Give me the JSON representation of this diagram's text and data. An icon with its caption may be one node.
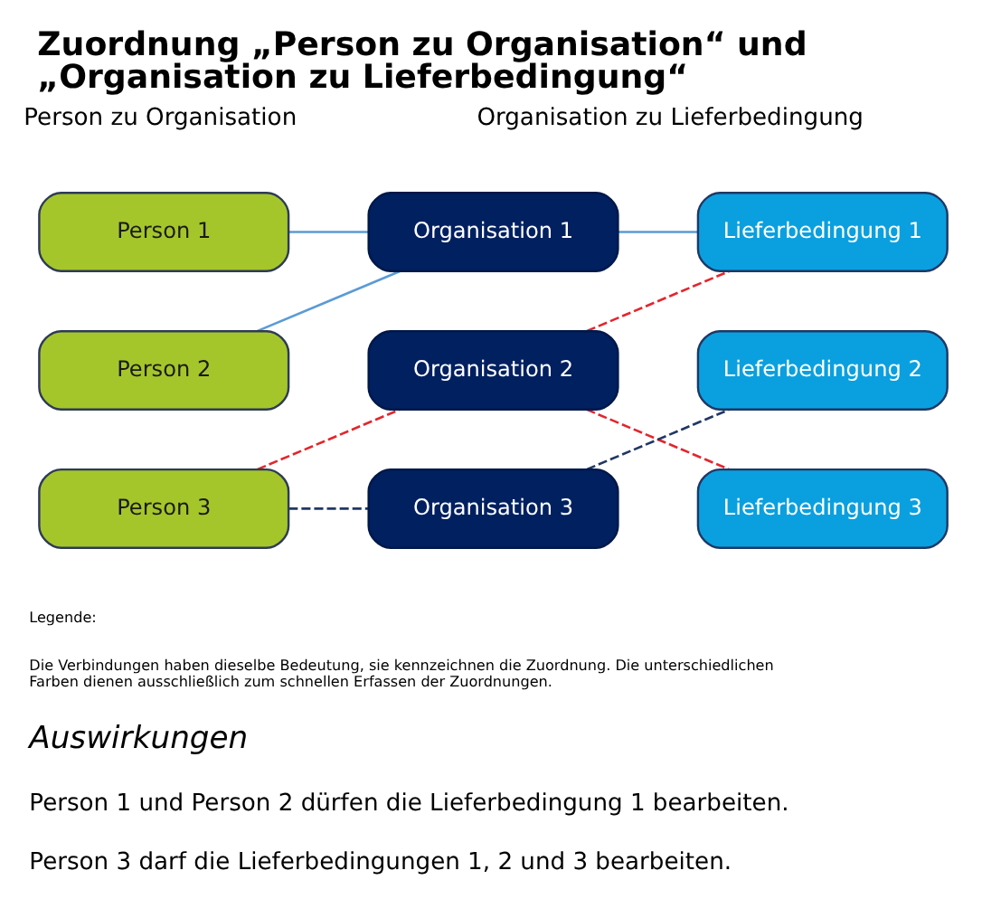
{
  "diagram": {
    "title": "Zuordnung „Person zu Organisation“ und „Organisation zu Lieferbedingung“",
    "nodes": [
      {
        "text": [
          "Person 1"
        ]
      },
      {
        "text": [
          "Organisation 1"
        ]
      },
      {
        "text": [
          "Lieferbedingung 1"
        ]
      },
      {
        "text": [
          "Person 2"
        ]
      },
      {
        "text": [
          "Organisation 2"
        ]
      },
      {
        "text": [
          "Lieferbedingung 2"
        ]
      },
      {
        "text": [
          "Person 3"
        ]
      },
      {
        "text": [
          "Organisation 3"
        ]
      },
      {
        "text": [
          "Lieferbedingung 3"
        ]
      }
    ],
    "edges": [
      {
        "from": 0,
        "to": 1,
        "arrow": "none",
        "color": "#5b9bd5"
      },
      {
        "from": 3,
        "to": 1,
        "arrow": "none",
        "color": "#5b9bd5"
      },
      {
        "from": 1,
        "to": 2,
        "arrow": "none",
        "color": "#5b9bd5"
      },
      {
        "from": 6,
        "to": 4,
        "arrow": "none",
        "style": "dashed",
        "color": "#e3262d"
      },
      {
        "from": 6,
        "to": 7,
        "arrow": "none",
        "style": "dashed",
        "color": "#1f3864"
      },
      {
        "from": 4,
        "to": 2,
        "arrow": "none",
        "style": "dashed",
        "color": "#e3262d"
      },
      {
        "from": 4,
        "to": 8,
        "arrow": "none",
        "style": "dashed",
        "color": "#e3262d"
      },
      {
        "from": 7,
        "to": 5,
        "arrow": "none",
        "style": "dashed",
        "color": "#1f3864"
      }
    ],
    "labels": [
      "Person zu Organisation",
      "Organisation zu Lieferbedingung",
      "Legende:",
      "Die Verbindungen haben dieselbe Bedeutung, sie kennzeichnen die Zuordnung. Die unterschiedlichen Farben dienen ausschließlich zum schnellen Erfassen der Zuordnungen.",
      "Auswirkungen",
      "Person 1 und Person 2 dürfen die Lieferbedingung 1 bearbeiten.",
      "Person 3 darf die Lieferbedingungen 1, 2 und 3 bearbeiten."
    ]
  }
}
